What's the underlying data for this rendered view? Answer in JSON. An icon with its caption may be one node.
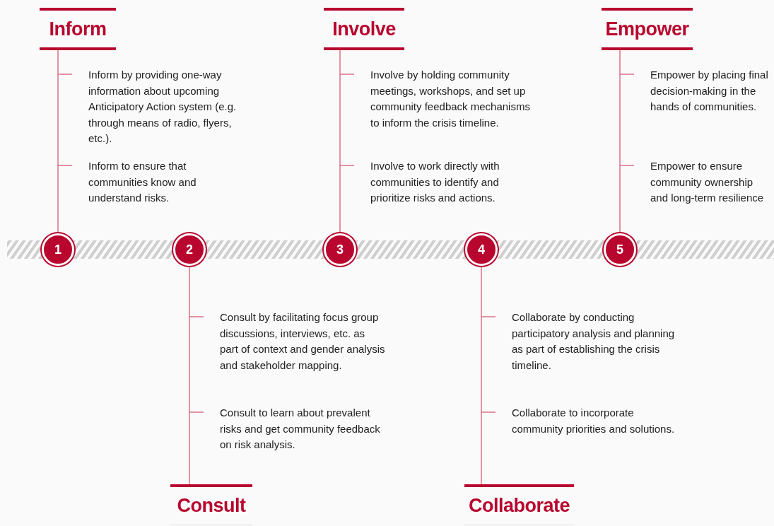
{
  "diagram": {
    "nodes": [
      {
        "text": [
          "Inform"
        ]
      },
      {
        "text": [
          "1"
        ]
      },
      {
        "text": [
          "Consult"
        ]
      },
      {
        "text": [
          "2"
        ]
      },
      {
        "text": [
          "Involve"
        ]
      },
      {
        "text": [
          "3"
        ]
      },
      {
        "text": [
          "Collaborate"
        ]
      },
      {
        "text": [
          "4"
        ]
      },
      {
        "text": [
          "Empower"
        ]
      },
      {
        "text": [
          "5"
        ]
      },
      {
        "text": [],
        "shape": "bar"
      }
    ],
    "edges": [
      {
        "from": 0,
        "to": 1,
        "arrow": "none"
      },
      {
        "from": 3,
        "to": 2,
        "arrow": "none"
      },
      {
        "from": 4,
        "to": 5,
        "arrow": "none"
      },
      {
        "from": 7,
        "to": 6,
        "arrow": "none"
      },
      {
        "from": 8,
        "to": 9,
        "arrow": "none"
      }
    ],
    "labels": [
      "Inform by providing one-way information about upcoming Anticipatory Action system (e.g. through means of radio, flyers, etc.).",
      "Inform to ensure that communities know and understand risks.",
      "Consult by facilitating focus group discussions, interviews, etc. as part of context and gender analysis and stakeholder mapping.",
      "Consult to learn about prevalent risks and get community feedback on risk analysis.",
      "Involve by holding community meetings, workshops, and set up community feedback mechanisms to inform the crisis timeline.",
      "Involve to work directly with communities to identify and prioritize risks and actions.",
      "Collaborate by conducting participatory analysis and planning as part of establishing the crisis timeline.",
      "Collaborate to incorporate community priorities and solutions.",
      "Empower by placing final decision-making in the hands of communities.",
      "Empower to ensure community ownership and long-term resilience"
    ]
  }
}
